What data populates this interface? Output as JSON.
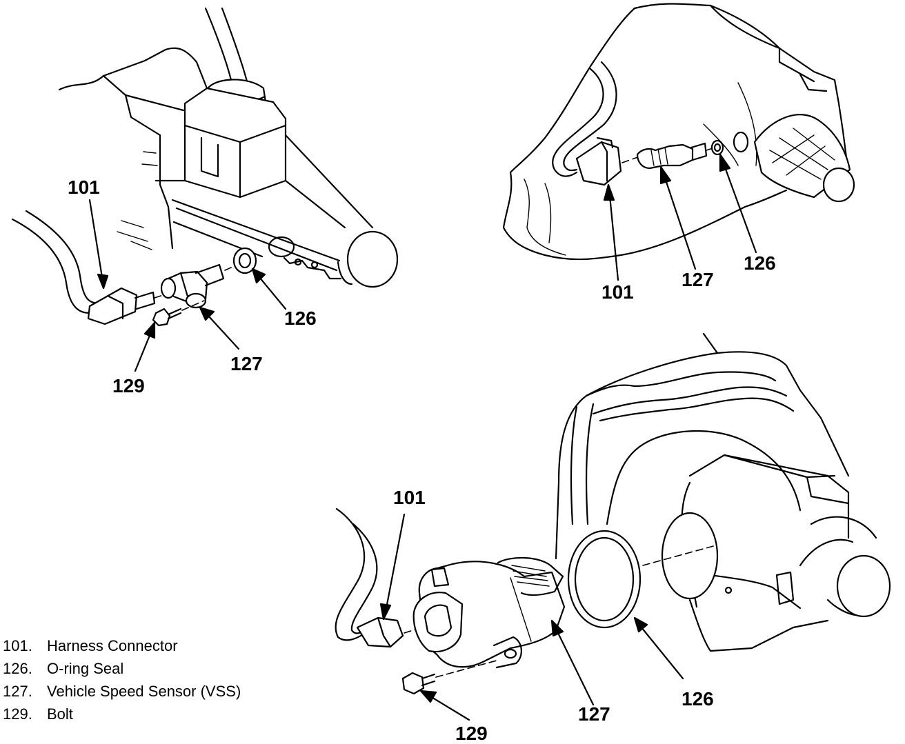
{
  "callouts": {
    "a": {
      "c101": "101",
      "c126": "126",
      "c127": "127",
      "c129": "129"
    },
    "b": {
      "c101": "101",
      "c126": "126",
      "c127": "127"
    },
    "c": {
      "c101": "101",
      "c126": "126",
      "c127": "127",
      "c129": "129"
    }
  },
  "legend": [
    {
      "num": "101.",
      "label": "Harness Connector"
    },
    {
      "num": "126.",
      "label": "O-ring Seal"
    },
    {
      "num": "127.",
      "label": "Vehicle Speed Sensor (VSS)"
    },
    {
      "num": "129.",
      "label": "Bolt"
    }
  ]
}
